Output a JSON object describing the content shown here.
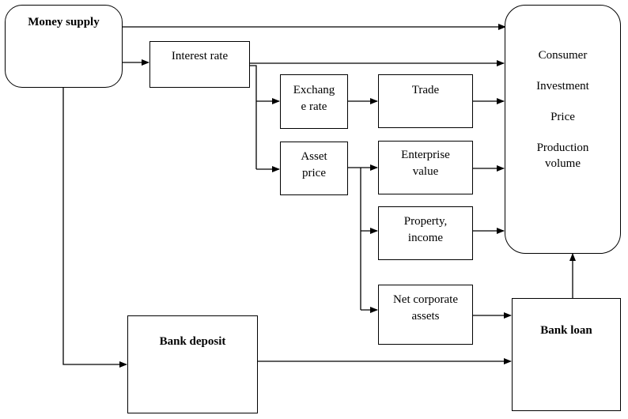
{
  "diagram": {
    "money_supply": "Money supply",
    "interest_rate": "Interest rate",
    "exchange_rate": [
      "Exchang",
      "e rate"
    ],
    "trade": "Trade",
    "asset_price": [
      "Asset",
      "price"
    ],
    "enterprise_value": [
      "Enterprise",
      "value"
    ],
    "property_income": [
      "Property,",
      "income"
    ],
    "net_corporate_assets": [
      "Net corporate",
      "assets"
    ],
    "bank_deposit": "Bank deposit",
    "bank_loan": "Bank loan",
    "outcomes": [
      "Consumer",
      "Investment",
      "Price",
      "Production",
      "volume"
    ]
  }
}
